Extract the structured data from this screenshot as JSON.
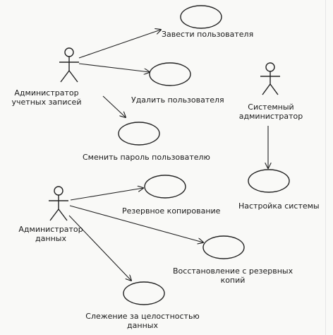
{
  "actors": {
    "account_admin": {
      "line1": "Администратор",
      "line2": "учетных записей"
    },
    "system_admin": {
      "line1": "Системный",
      "line2": "администратор"
    },
    "data_admin": {
      "line1": "Администратор",
      "line2": "данных"
    }
  },
  "use_cases": {
    "add_user": "Завести пользователя",
    "delete_user": "Удалить пользователя",
    "change_password": "Сменить пароль пользователю",
    "configure_system": "Настройка системы",
    "backup": "Резервное копирование",
    "restore_line1": "Восстановление с резервных",
    "restore_line2": "копий",
    "integrity_line1": "Слежение за целостностью",
    "integrity_line2": "данных"
  }
}
